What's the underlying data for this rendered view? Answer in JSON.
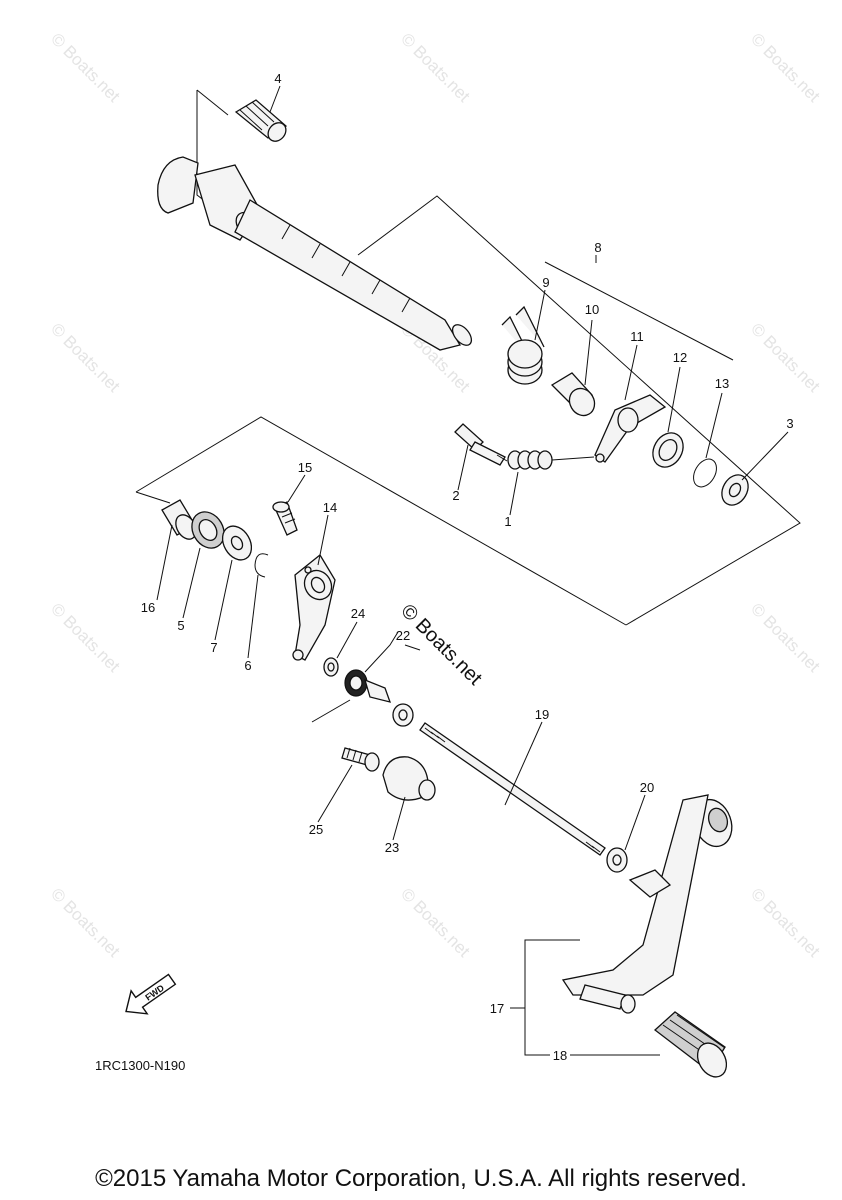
{
  "diagram": {
    "callouts": [
      "1",
      "2",
      "3",
      "4",
      "5",
      "6",
      "7",
      "8",
      "9",
      "10",
      "11",
      "12",
      "13",
      "14",
      "15",
      "16",
      "17",
      "18",
      "19",
      "20",
      "22",
      "23",
      "24",
      "25"
    ],
    "diagram_code": "1RC1300-N190",
    "fwd_label": "FWD",
    "watermark": "© Boats.net",
    "watermark_center": "© Boats.net",
    "copyright": "©2015 Yamaha Motor Corporation, U.S.A. All rights reserved."
  }
}
